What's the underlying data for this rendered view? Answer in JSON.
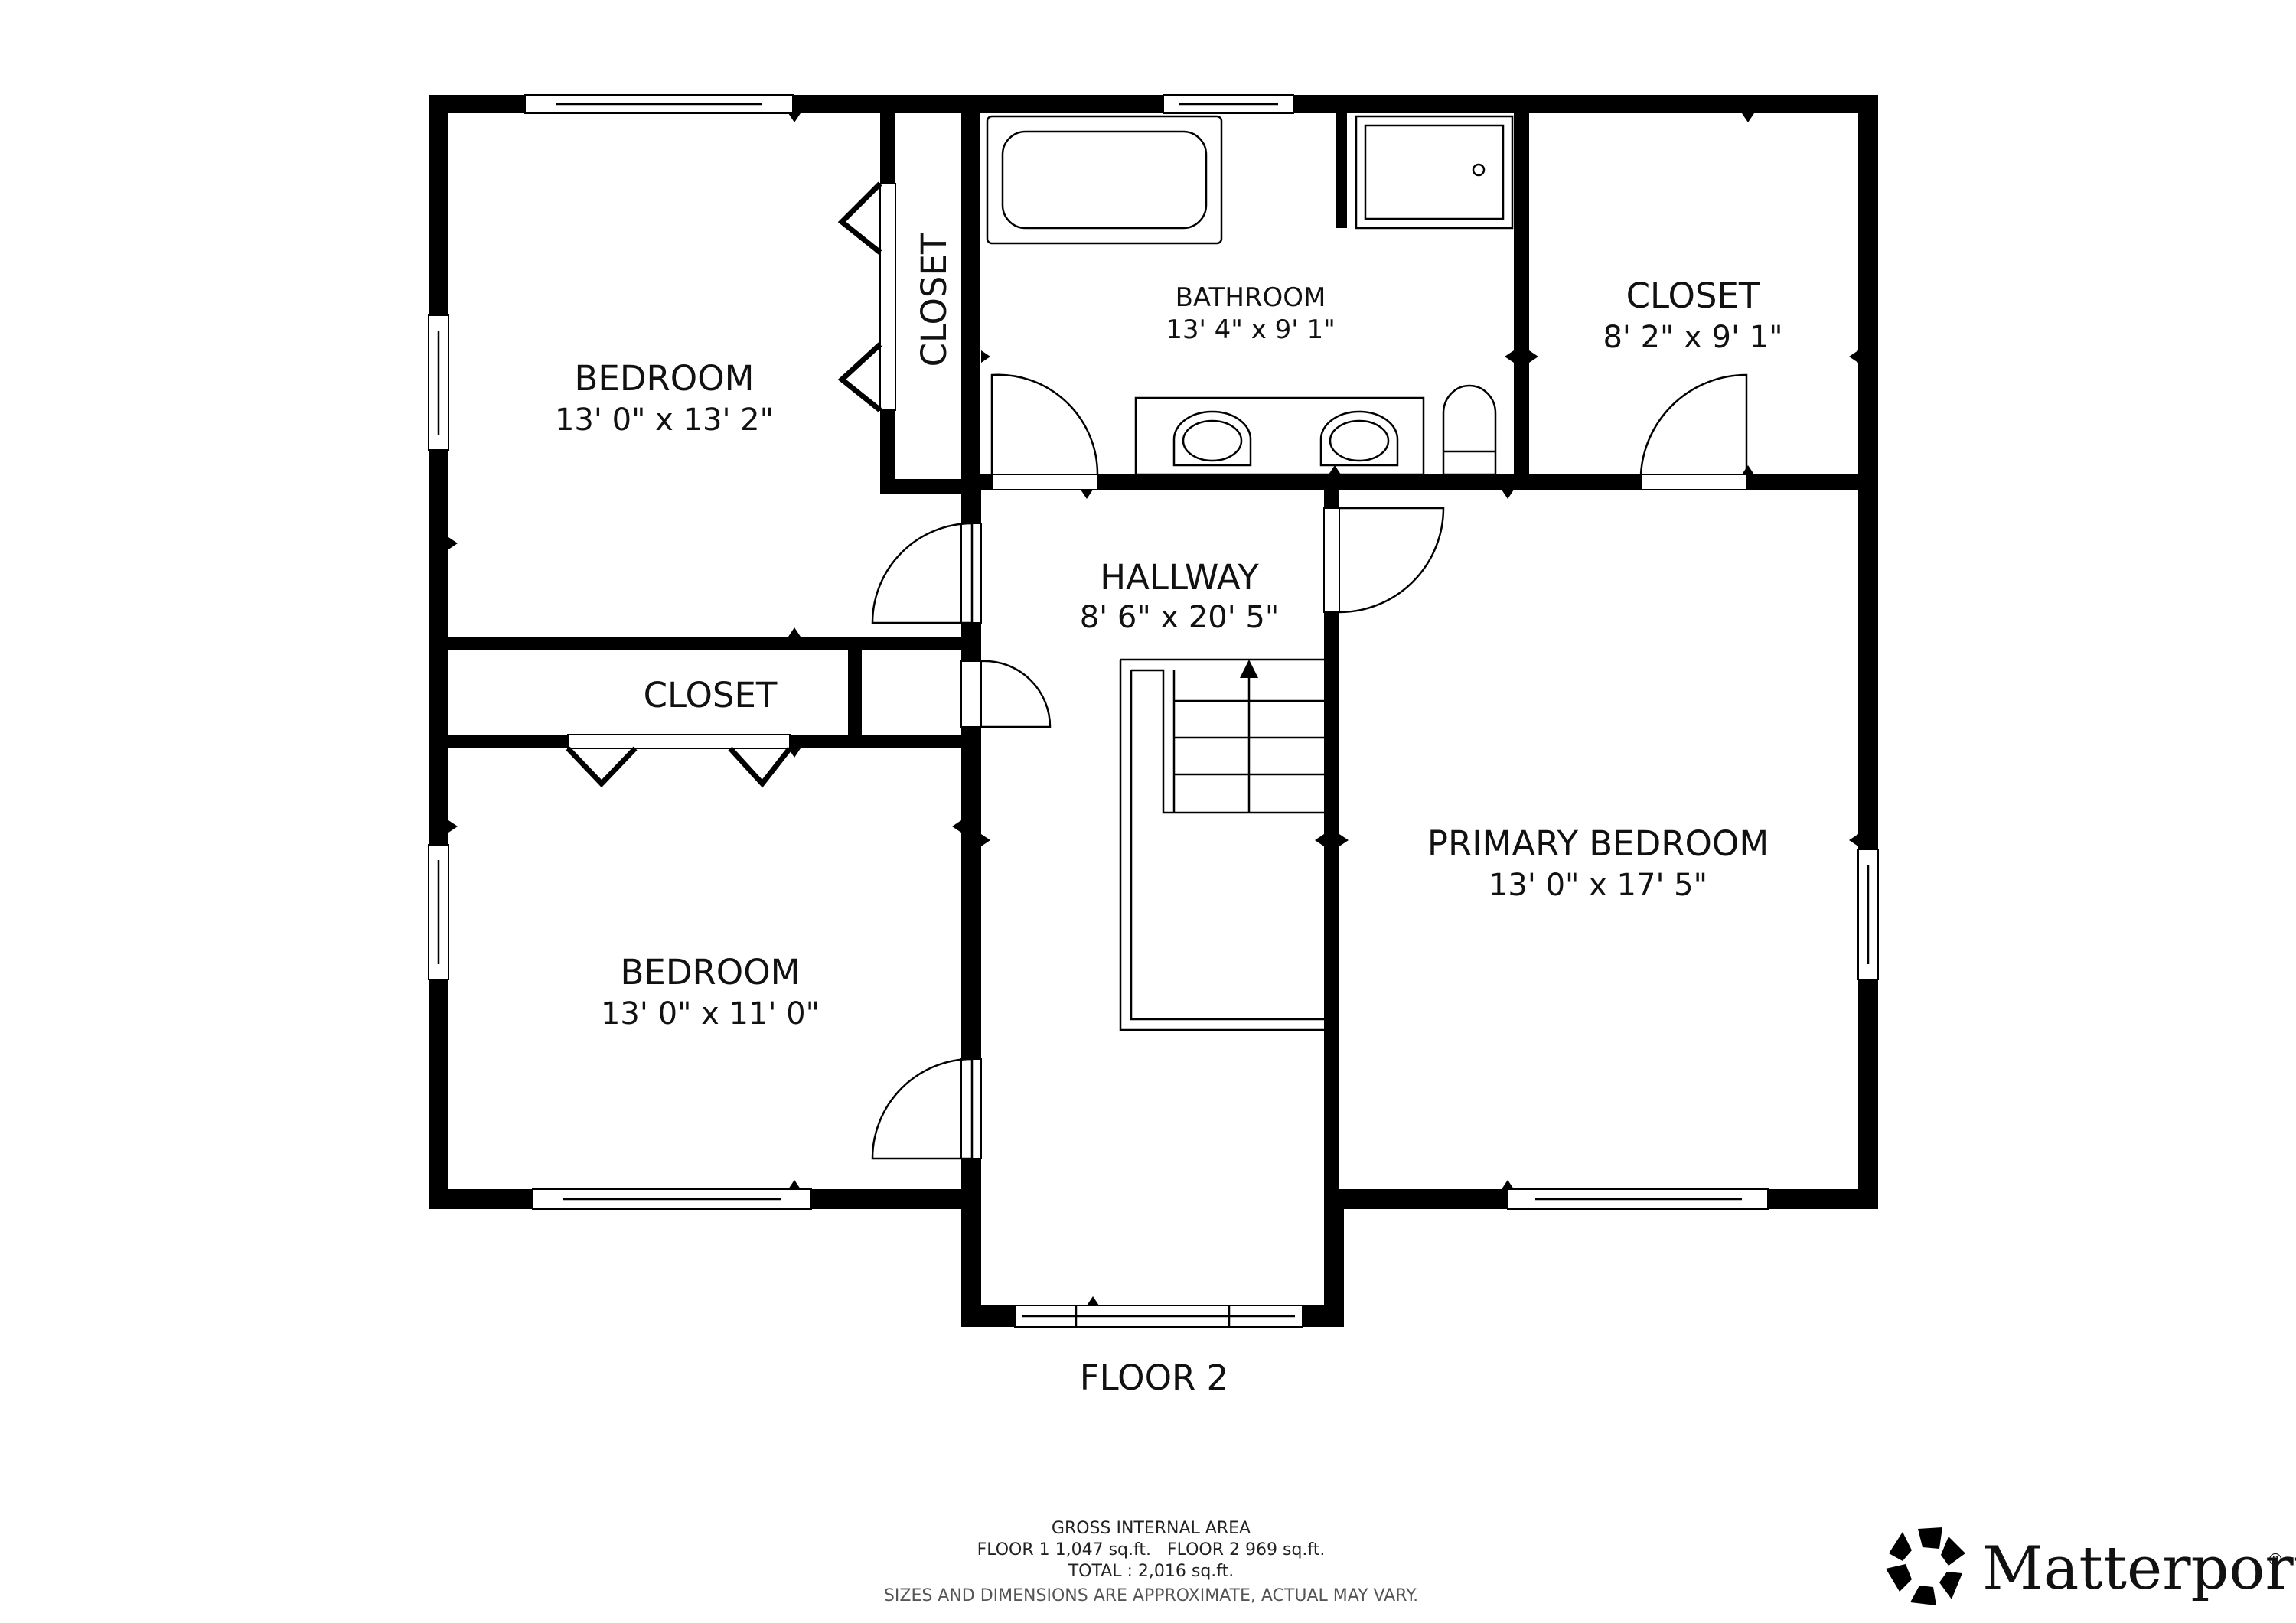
{
  "floor_label": "FLOOR 2",
  "rooms": {
    "bedroom_top": {
      "name": "BEDROOM",
      "dims": "13' 0\" x 13' 2\""
    },
    "closet_vertical": {
      "name": "CLOSET"
    },
    "bathroom": {
      "name": "BATHROOM",
      "dims": "13' 4\" x 9' 1\""
    },
    "closet_right": {
      "name": "CLOSET",
      "dims": "8' 2\" x 9' 1\""
    },
    "hallway": {
      "name": "HALLWAY",
      "dims": "8' 6\" x 20' 5\""
    },
    "closet_middle": {
      "name": "CLOSET"
    },
    "primary_bedroom": {
      "name": "PRIMARY BEDROOM",
      "dims": "13' 0\" x 17' 5\""
    },
    "bedroom_bottom": {
      "name": "BEDROOM",
      "dims": "13' 0\" x 11' 0\""
    }
  },
  "footer": {
    "line1": "GROSS INTERNAL AREA",
    "line2": "FLOOR 1 1,047 sq.ft.   FLOOR 2 969 sq.ft.",
    "line3": "TOTAL :  2,016 sq.ft.",
    "line4": "SIZES AND DIMENSIONS ARE APPROXIMATE, ACTUAL MAY VARY."
  },
  "brand": {
    "name": "Matterport",
    "mark": "®",
    "icon": "matterport-logo-icon"
  },
  "colors": {
    "wall": "#000000",
    "background": "#ffffff",
    "text": "#111111"
  }
}
